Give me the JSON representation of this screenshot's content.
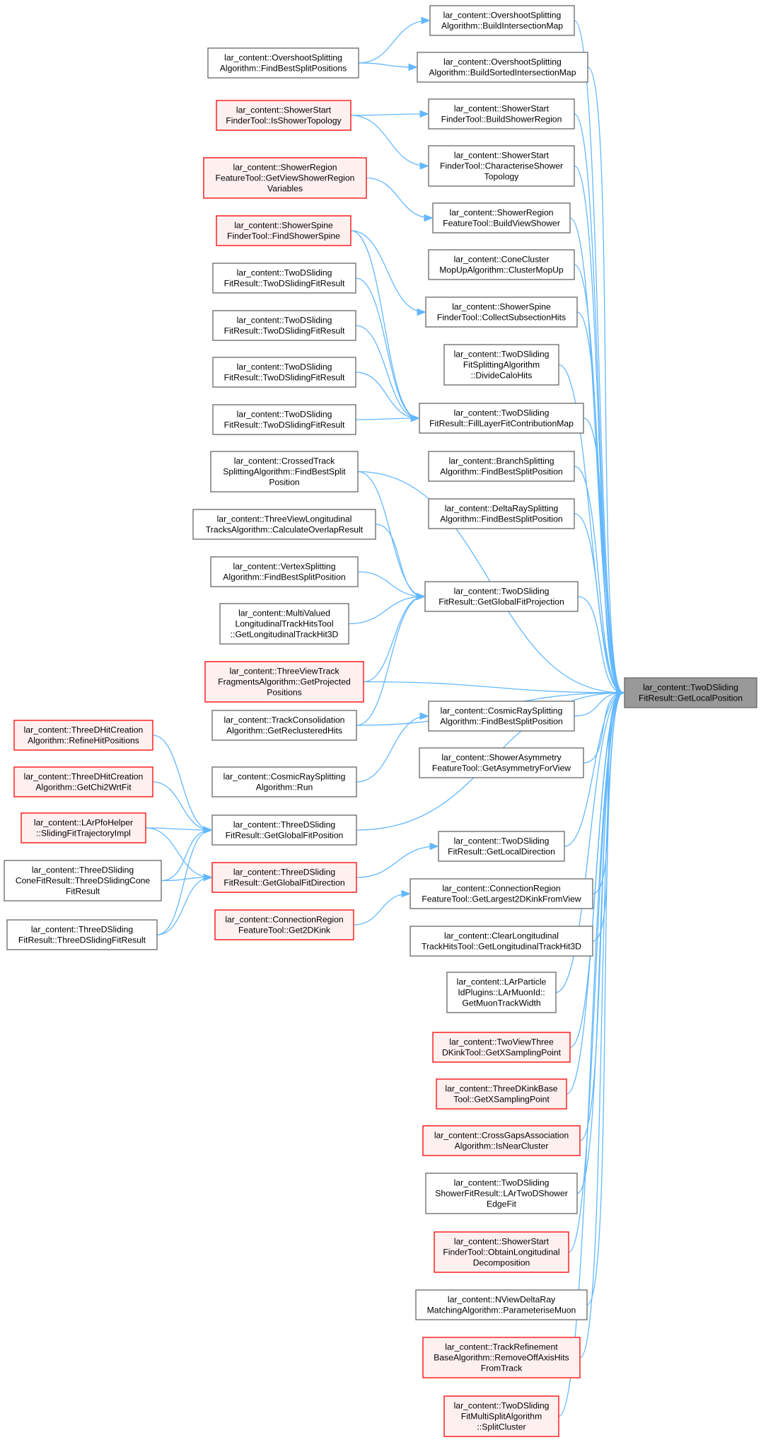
{
  "target": {
    "lines": [
      "lar_content::TwoDSliding",
      "FitResult::GetLocalPosition"
    ]
  },
  "nodes": {
    "n1": {
      "lines": [
        "lar_content::OvershootSplitting",
        "Algorithm::BuildIntersectionMap"
      ],
      "style": "plain"
    },
    "n2": {
      "lines": [
        "lar_content::OvershootSplitting",
        "Algorithm::FindBestSplitPositions"
      ],
      "style": "plain"
    },
    "n3": {
      "lines": [
        "lar_content::OvershootSplitting",
        "Algorithm::BuildSortedIntersectionMap"
      ],
      "style": "plain"
    },
    "n4": {
      "lines": [
        "lar_content::ShowerStart",
        "FinderTool::IsShowerTopology"
      ],
      "style": "red"
    },
    "n5": {
      "lines": [
        "lar_content::ShowerStart",
        "FinderTool::BuildShowerRegion"
      ],
      "style": "plain"
    },
    "n6": {
      "lines": [
        "lar_content::ShowerStart",
        "FinderTool::CharacteriseShower",
        "Topology"
      ],
      "style": "plain"
    },
    "n7": {
      "lines": [
        "lar_content::ShowerRegion",
        "FeatureTool::GetViewShowerRegion",
        "Variables"
      ],
      "style": "red"
    },
    "n8": {
      "lines": [
        "lar_content::ShowerRegion",
        "FeatureTool::BuildViewShower"
      ],
      "style": "plain"
    },
    "n9": {
      "lines": [
        "lar_content::ShowerSpine",
        "FinderTool::FindShowerSpine"
      ],
      "style": "red"
    },
    "n10": {
      "lines": [
        "lar_content::ConeCluster",
        "MopUpAlgorithm::ClusterMopUp"
      ],
      "style": "plain"
    },
    "n11": {
      "lines": [
        "lar_content::TwoDSliding",
        "FitResult::TwoDSlidingFitResult"
      ],
      "style": "plain"
    },
    "n12": {
      "lines": [
        "lar_content::ShowerSpine",
        "FinderTool::CollectSubsectionHits"
      ],
      "style": "plain"
    },
    "n13": {
      "lines": [
        "lar_content::TwoDSliding",
        "FitResult::TwoDSlidingFitResult"
      ],
      "style": "plain"
    },
    "n14": {
      "lines": [
        "lar_content::TwoDSliding",
        "FitSplittingAlgorithm",
        "::DivideCaloHits"
      ],
      "style": "plain"
    },
    "n15": {
      "lines": [
        "lar_content::TwoDSliding",
        "FitResult::TwoDSlidingFitResult"
      ],
      "style": "plain"
    },
    "n16": {
      "lines": [
        "lar_content::TwoDSliding",
        "FitResult::FillLayerFitContributionMap"
      ],
      "style": "plain"
    },
    "n17": {
      "lines": [
        "lar_content::TwoDSliding",
        "FitResult::TwoDSlidingFitResult"
      ],
      "style": "plain"
    },
    "n18": {
      "lines": [
        "lar_content::BranchSplitting",
        "Algorithm::FindBestSplitPosition"
      ],
      "style": "plain"
    },
    "n19": {
      "lines": [
        "lar_content::CrossedTrack",
        "SplittingAlgorithm::FindBestSplit",
        "Position"
      ],
      "style": "plain"
    },
    "n20": {
      "lines": [
        "lar_content::DeltaRaySplitting",
        "Algorithm::FindBestSplitPosition"
      ],
      "style": "plain"
    },
    "n21": {
      "lines": [
        "lar_content::ThreeViewLongitudinal",
        "TracksAlgorithm::CalculateOverlapResult"
      ],
      "style": "plain"
    },
    "n22": {
      "lines": [
        "lar_content::VertexSplitting",
        "Algorithm::FindBestSplitPosition"
      ],
      "style": "plain"
    },
    "n23": {
      "lines": [
        "lar_content::TwoDSliding",
        "FitResult::GetGlobalFitProjection"
      ],
      "style": "plain"
    },
    "n24": {
      "lines": [
        "lar_content::MultiValued",
        "LongitudinalTrackHitsTool",
        "::GetLongitudinalTrackHit3D"
      ],
      "style": "plain"
    },
    "n25": {
      "lines": [
        "lar_content::ThreeViewTrack",
        "FragmentsAlgorithm::GetProjected",
        "Positions"
      ],
      "style": "red"
    },
    "n26": {
      "lines": [
        "lar_content::ThreeDHitCreation",
        "Algorithm::RefineHitPositions"
      ],
      "style": "red"
    },
    "n27": {
      "lines": [
        "lar_content::TrackConsolidation",
        "Algorithm::GetReclusteredHits"
      ],
      "style": "plain"
    },
    "n28": {
      "lines": [
        "lar_content::CosmicRaySplitting",
        "Algorithm::FindBestSplitPosition"
      ],
      "style": "plain"
    },
    "n29": {
      "lines": [
        "lar_content::ShowerAsymmetry",
        "FeatureTool::GetAsymmetryForView"
      ],
      "style": "plain"
    },
    "n30": {
      "lines": [
        "lar_content::ThreeDHitCreation",
        "Algorithm::GetChi2WrtFit"
      ],
      "style": "red"
    },
    "n31": {
      "lines": [
        "lar_content::CosmicRaySplitting",
        "Algorithm::Run"
      ],
      "style": "plain"
    },
    "n32": {
      "lines": [
        "lar_content::LArPfoHelper",
        "::SlidingFitTrajectoryImpl"
      ],
      "style": "red"
    },
    "n33": {
      "lines": [
        "lar_content::ThreeDSliding",
        "FitResult::GetGlobalFitPosition"
      ],
      "style": "plain"
    },
    "n34": {
      "lines": [
        "lar_content::TwoDSliding",
        "FitResult::GetLocalDirection"
      ],
      "style": "plain"
    },
    "n35": {
      "lines": [
        "lar_content::ThreeDSliding",
        "ConeFitResult::ThreeDSlidingCone",
        "FitResult"
      ],
      "style": "plain"
    },
    "n36": {
      "lines": [
        "lar_content::ThreeDSliding",
        "FitResult::GetGlobalFitDirection"
      ],
      "style": "red"
    },
    "n37": {
      "lines": [
        "lar_content::ConnectionRegion",
        "FeatureTool::GetLargest2DKinkFromView"
      ],
      "style": "plain"
    },
    "n38": {
      "lines": [
        "lar_content::ConnectionRegion",
        "FeatureTool::Get2DKink"
      ],
      "style": "red"
    },
    "n39": {
      "lines": [
        "lar_content::ThreeDSliding",
        "FitResult::ThreeDSlidingFitResult"
      ],
      "style": "plain"
    },
    "n40": {
      "lines": [
        "lar_content::ClearLongitudinal",
        "TrackHitsTool::GetLongitudinalTrackHit3D"
      ],
      "style": "plain"
    },
    "n41": {
      "lines": [
        "lar_content::LArParticle",
        "IdPlugins::LArMuonId::",
        "GetMuonTrackWidth"
      ],
      "style": "plain"
    },
    "n42": {
      "lines": [
        "lar_content::TwoViewThree",
        "DKinkTool::GetXSamplingPoint"
      ],
      "style": "red"
    },
    "n43": {
      "lines": [
        "lar_content::ThreeDKinkBase",
        "Tool::GetXSamplingPoint"
      ],
      "style": "red"
    },
    "n44": {
      "lines": [
        "lar_content::CrossGapsAssociation",
        "Algorithm::IsNearCluster"
      ],
      "style": "red"
    },
    "n45": {
      "lines": [
        "lar_content::TwoDSliding",
        "ShowerFitResult::LArTwoDShower",
        "EdgeFit"
      ],
      "style": "plain"
    },
    "n46": {
      "lines": [
        "lar_content::ShowerStart",
        "FinderTool::ObtainLongitudinal",
        "Decomposition"
      ],
      "style": "red"
    },
    "n47": {
      "lines": [
        "lar_content::NViewDeltaRay",
        "MatchingAlgorithm::ParameteriseMuon"
      ],
      "style": "plain"
    },
    "n48": {
      "lines": [
        "lar_content::TrackRefinement",
        "BaseAlgorithm::RemoveOffAxisHits",
        "FromTrack"
      ],
      "style": "red"
    },
    "n49": {
      "lines": [
        "lar_content::TwoDSliding",
        "FitMultiSplitAlgorithm",
        "::SplitCluster"
      ],
      "style": "red"
    }
  },
  "edges": [
    [
      "n1",
      "T"
    ],
    [
      "n3",
      "T"
    ],
    [
      "n5",
      "T"
    ],
    [
      "n6",
      "T"
    ],
    [
      "n8",
      "T"
    ],
    [
      "n10",
      "T"
    ],
    [
      "n12",
      "T"
    ],
    [
      "n14",
      "T"
    ],
    [
      "n16",
      "T"
    ],
    [
      "n18",
      "T"
    ],
    [
      "n19",
      "T"
    ],
    [
      "n20",
      "T"
    ],
    [
      "n23",
      "T"
    ],
    [
      "n25",
      "T"
    ],
    [
      "n27",
      "T"
    ],
    [
      "n28",
      "T"
    ],
    [
      "n29",
      "T"
    ],
    [
      "n33",
      "T"
    ],
    [
      "n34",
      "T"
    ],
    [
      "n37",
      "T"
    ],
    [
      "n40",
      "T"
    ],
    [
      "n41",
      "T"
    ],
    [
      "n42",
      "T"
    ],
    [
      "n43",
      "T"
    ],
    [
      "n44",
      "T"
    ],
    [
      "n45",
      "T"
    ],
    [
      "n46",
      "T"
    ],
    [
      "n47",
      "T"
    ],
    [
      "n48",
      "T"
    ],
    [
      "n49",
      "T"
    ],
    [
      "n2",
      "n1"
    ],
    [
      "n2",
      "n3"
    ],
    [
      "n4",
      "n5"
    ],
    [
      "n4",
      "n6"
    ],
    [
      "n7",
      "n8"
    ],
    [
      "n9",
      "n12"
    ],
    [
      "n11",
      "n16"
    ],
    [
      "n13",
      "n16"
    ],
    [
      "n15",
      "n16"
    ],
    [
      "n17",
      "n16"
    ],
    [
      "n9",
      "n16"
    ],
    [
      "n19",
      "n23"
    ],
    [
      "n21",
      "n23"
    ],
    [
      "n22",
      "n23"
    ],
    [
      "n24",
      "n23"
    ],
    [
      "n25",
      "n23"
    ],
    [
      "n27",
      "n23"
    ],
    [
      "n31",
      "n28"
    ],
    [
      "n26",
      "n33"
    ],
    [
      "n30",
      "n33"
    ],
    [
      "n32",
      "n33"
    ],
    [
      "n35",
      "n33"
    ],
    [
      "n39",
      "n33"
    ],
    [
      "n32",
      "n36"
    ],
    [
      "n35",
      "n36"
    ],
    [
      "n39",
      "n36"
    ],
    [
      "n36",
      "n34"
    ],
    [
      "n38",
      "n37"
    ]
  ]
}
